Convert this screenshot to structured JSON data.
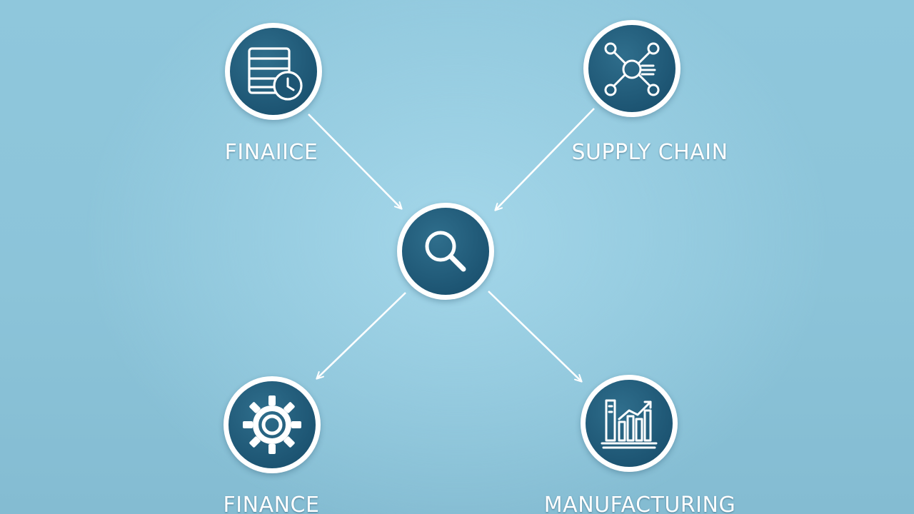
{
  "diagram": {
    "center": {
      "icon": "magnifier-icon"
    },
    "nodes": [
      {
        "id": "top-left",
        "label": "FINAIICE",
        "icon": "ledger-clock-icon"
      },
      {
        "id": "top-right",
        "label": "SUPPLY CHAIN",
        "icon": "network-hub-icon"
      },
      {
        "id": "bottom-left",
        "label": "FINANCE",
        "icon": "gear-icon"
      },
      {
        "id": "bottom-right",
        "label": "MANUFACTURING",
        "icon": "factory-chart-icon"
      }
    ],
    "colors": {
      "background": "#8fc7dc",
      "node_fill": "#1d5573",
      "node_ring": "#ffffff",
      "connector": "#ffffff",
      "label_text": "#ffffff"
    }
  }
}
